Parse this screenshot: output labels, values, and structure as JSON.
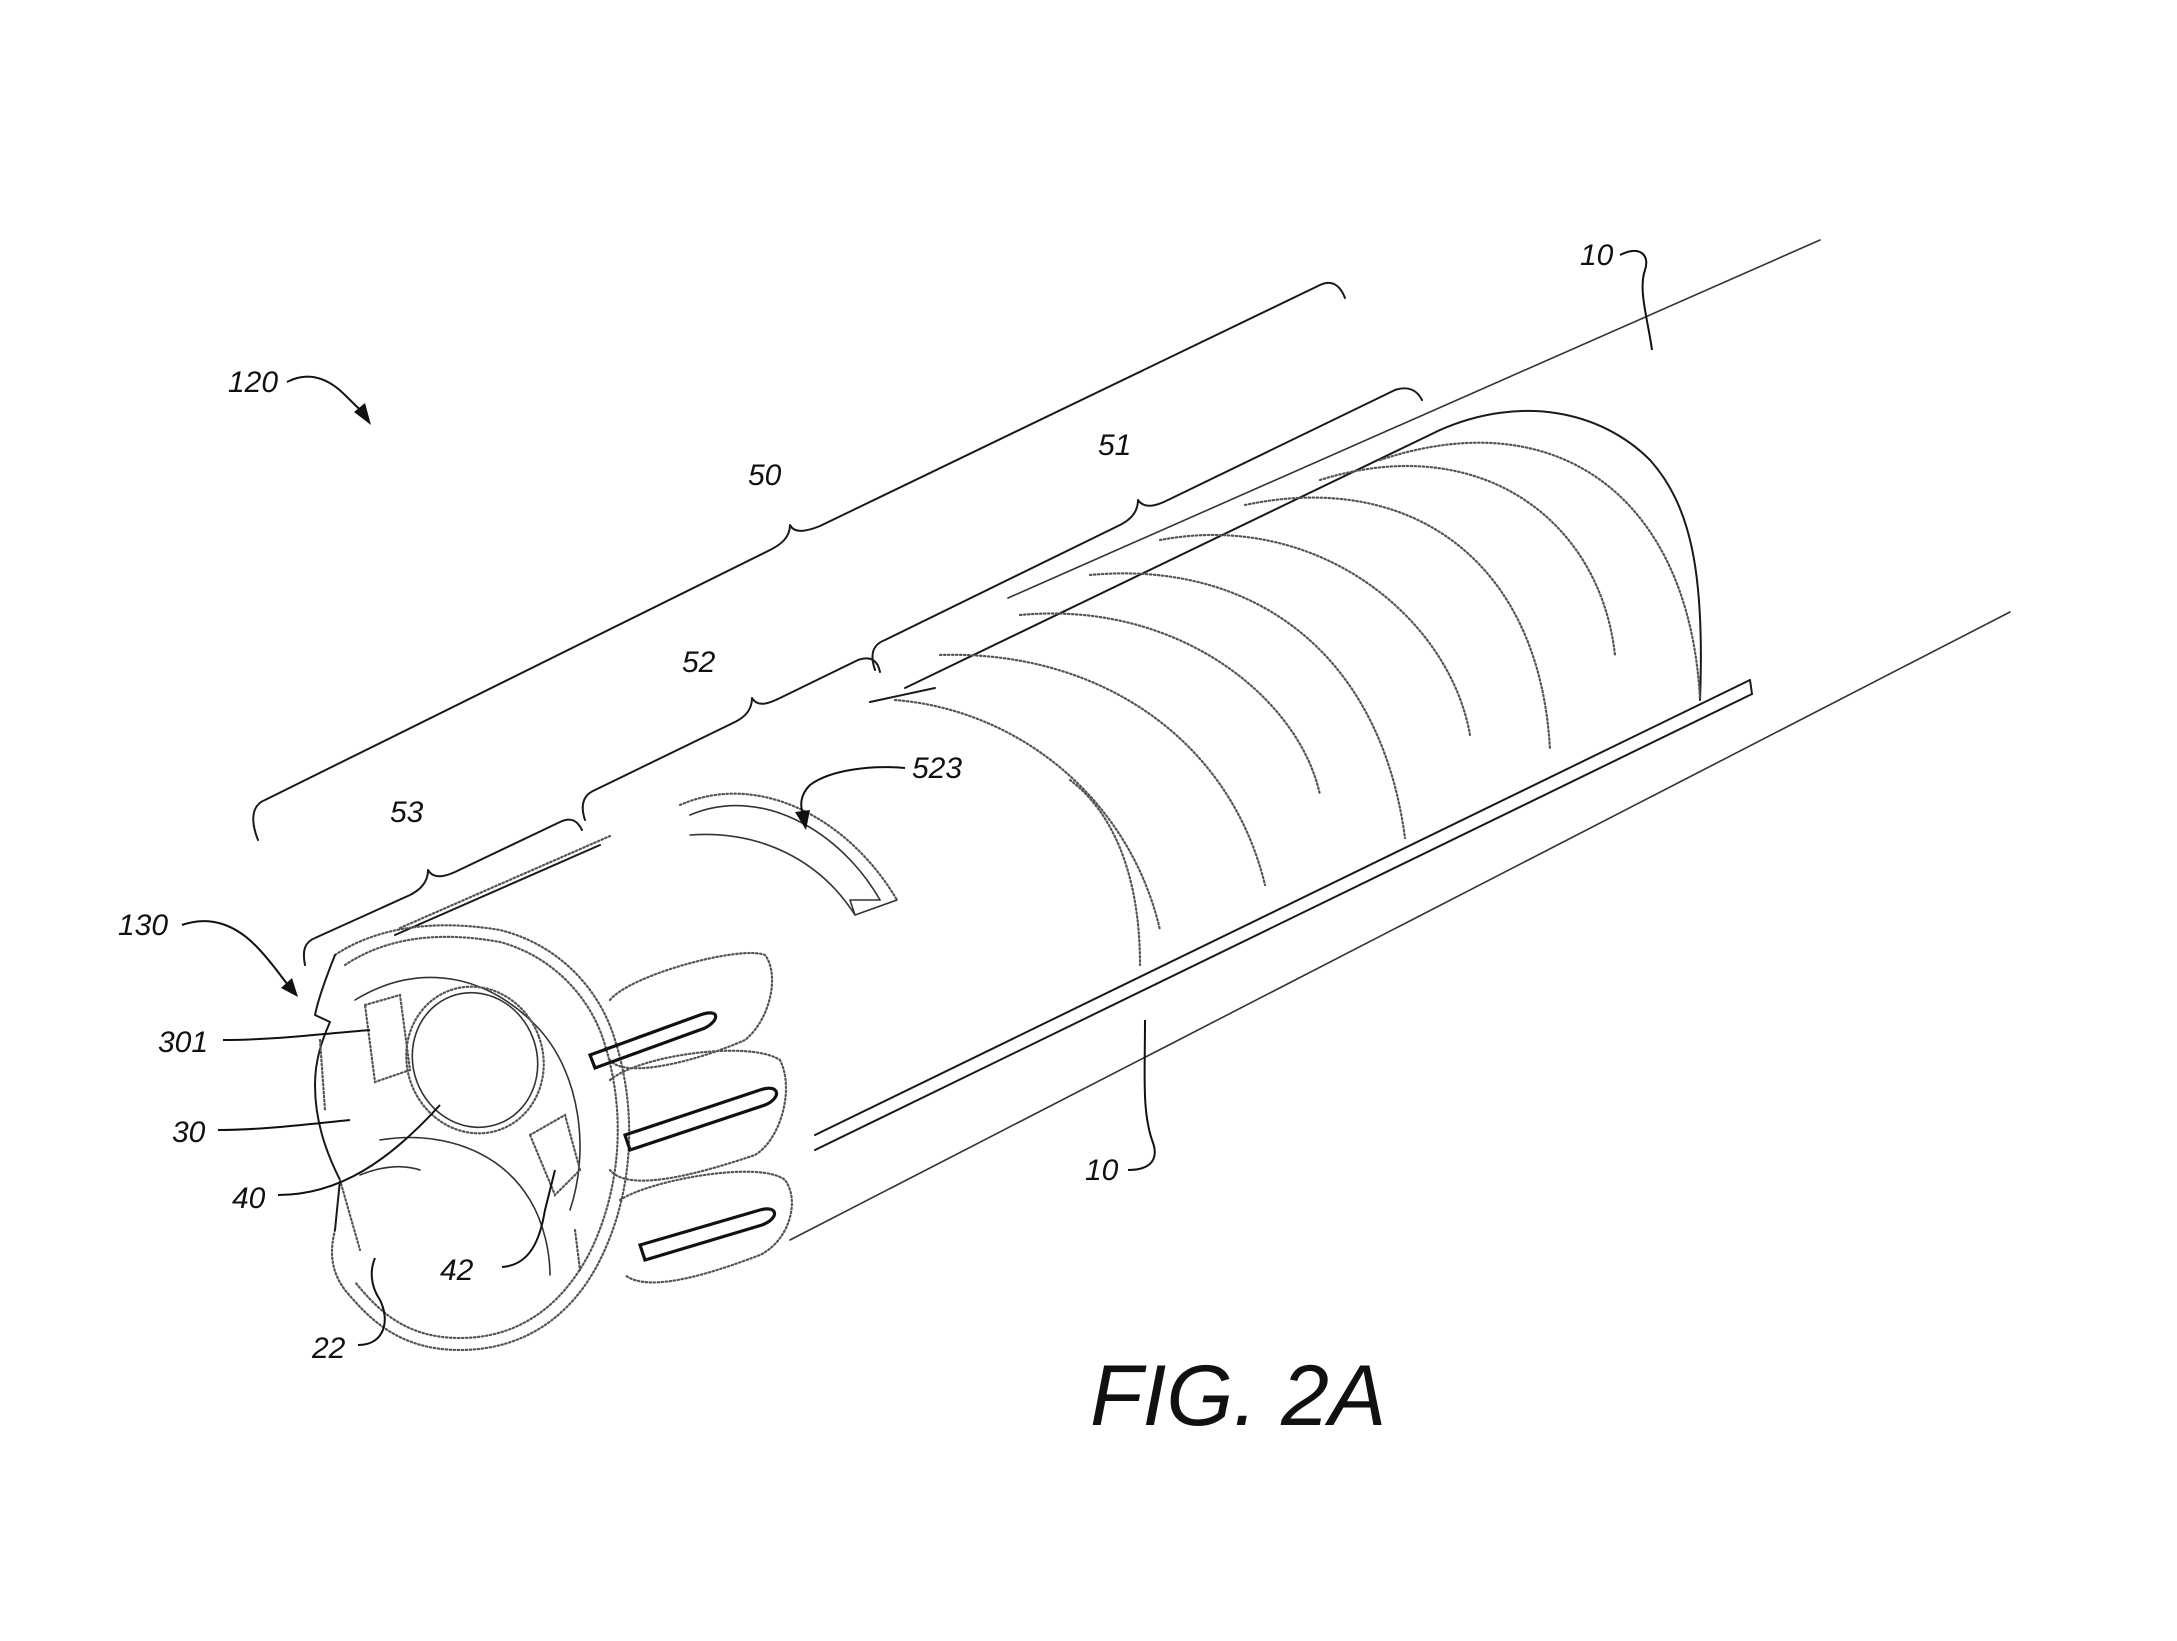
{
  "figure": {
    "caption": "FIG. 2A",
    "labels": {
      "l120": "120",
      "l130": "130",
      "l10_top": "10",
      "l10_bottom": "10",
      "l50": "50",
      "l51": "51",
      "l52": "52",
      "l53": "53",
      "l523": "523",
      "l301": "301",
      "l30": "30",
      "l40": "40",
      "l42": "42",
      "l22": "22"
    }
  }
}
